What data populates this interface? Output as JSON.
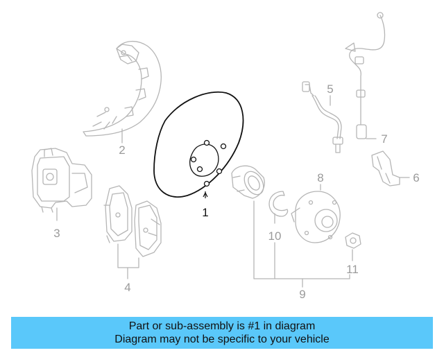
{
  "diagram": {
    "callouts": [
      {
        "number": "1",
        "highlighted": true
      },
      {
        "number": "2",
        "highlighted": false
      },
      {
        "number": "3",
        "highlighted": false
      },
      {
        "number": "4",
        "highlighted": false
      },
      {
        "number": "5",
        "highlighted": false
      },
      {
        "number": "6",
        "highlighted": false
      },
      {
        "number": "7",
        "highlighted": false
      },
      {
        "number": "8",
        "highlighted": false
      },
      {
        "number": "9",
        "highlighted": false
      },
      {
        "number": "10",
        "highlighted": false
      },
      {
        "number": "11",
        "highlighted": false
      }
    ],
    "colors": {
      "highlight": "#111111",
      "parts": "#b5b5b5",
      "banner": "#5ac8fa"
    }
  },
  "banner": {
    "line1": "Part or sub-assembly is #1 in diagram",
    "line2": "Diagram may not be specific to your vehicle"
  }
}
